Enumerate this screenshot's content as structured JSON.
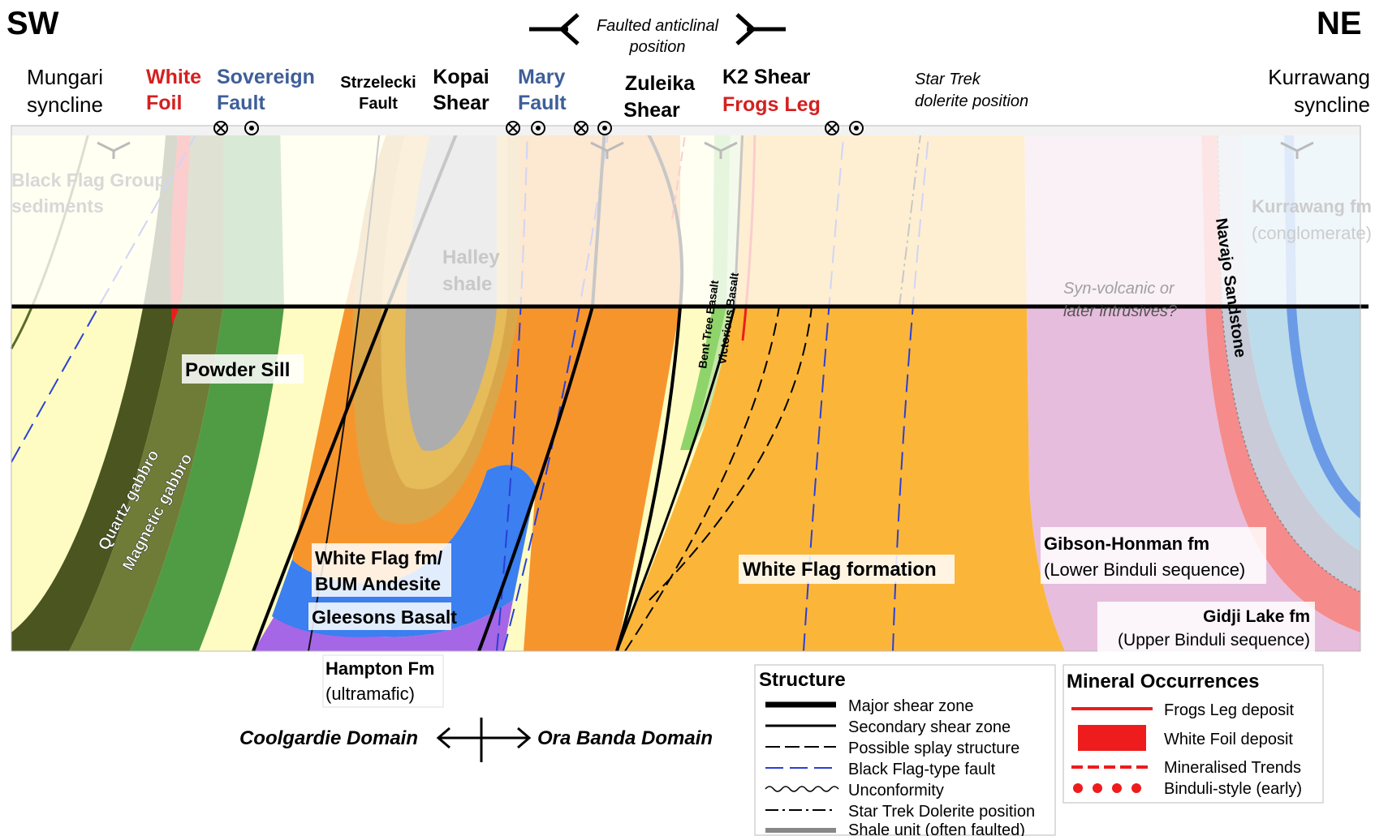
{
  "orientation": {
    "left": "SW",
    "right": "NE"
  },
  "anticline": {
    "line1": "Faulted anticlinal",
    "line2": "position"
  },
  "top_labels": {
    "mungari": [
      "Mungari",
      "syncline"
    ],
    "white_foil": [
      "White",
      "Foil"
    ],
    "sovereign": [
      "Sovereign",
      "Fault"
    ],
    "strzelecki": [
      "Strzelecki",
      "Fault"
    ],
    "kopai": [
      "Kopai",
      "Shear"
    ],
    "mary": [
      "Mary",
      "Fault"
    ],
    "zuleika": [
      "Zuleika",
      "Shear"
    ],
    "k2": "K2 Shear",
    "frogs_leg": "Frogs Leg",
    "star_trek": [
      "Star Trek",
      "dolerite position"
    ],
    "kurrawang": [
      "Kurrawang",
      "syncline"
    ]
  },
  "units": {
    "black_flag": [
      "Black Flag Group",
      "sediments"
    ],
    "halley": [
      "Halley",
      "shale"
    ],
    "kurrawang_fm": [
      "Kurrawang fm",
      "(conglomerate)"
    ],
    "syn_volcanic": [
      "Syn-volcanic or",
      "later intrusives?"
    ],
    "navajo": "Navajo Sandstone",
    "powder_sill": "Powder Sill",
    "quartz_gabbro": "Quartz gabbro",
    "magnetic_gabbro": "Magnetic gabbro",
    "bent_tree": "Bent Tree Basalt",
    "victorious": "Victorious Basalt",
    "white_flag_bum": [
      "White Flag fm/",
      "BUM Andesite"
    ],
    "gleesons": "Gleesons Basalt",
    "white_flag_formation": "White Flag formation",
    "gibson_honman": [
      "Gibson-Honman fm",
      "(Lower Binduli sequence)"
    ],
    "gidji_lake": [
      "Gidji Lake fm",
      "(Upper Binduli sequence)"
    ],
    "hampton": [
      "Hampton Fm",
      "(ultramafic)"
    ]
  },
  "domains": {
    "left": "Coolgardie Domain",
    "right": "Ora Banda Domain"
  },
  "structure_legend": {
    "title": "Structure",
    "items": [
      "Major shear zone",
      "Secondary shear zone",
      "Possible splay structure",
      "Black Flag-type fault",
      "Unconformity",
      "Star Trek Dolerite position",
      "Shale unit (often faulted)"
    ]
  },
  "mineral_legend": {
    "title": "Mineral Occurrences",
    "items": [
      "Frogs Leg deposit",
      "White Foil deposit",
      "Mineralised Trends",
      "Binduli-style (early)"
    ]
  },
  "colors": {
    "pale_yellow": "#fefcc2",
    "olive": "#5b6a2c",
    "dark_olive": "#3f4a1c",
    "green": "#4f9c45",
    "light_green": "#c8e6a8",
    "orange": "#f7952d",
    "light_orange": "#fbb63a",
    "tan": "#e6bb5a",
    "dark_tan": "#d9a74a",
    "grey_shale": "#adadad",
    "blue": "#3b7ff0",
    "purple": "#a567e6",
    "pink": "#e6bddc",
    "salmon": "#f58b8b",
    "light_blue": "#bcdcec",
    "red": "#ee1c1c",
    "fault_blue": "#2a3fd6"
  }
}
